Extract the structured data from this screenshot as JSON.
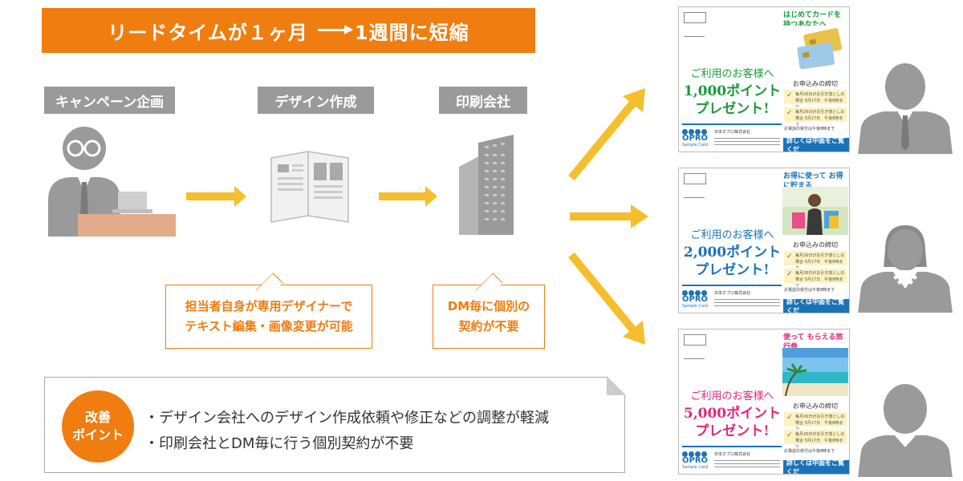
{
  "banner": {
    "before": "リードタイムが１ヶ月",
    "after": "1週間に短縮"
  },
  "steps": [
    {
      "label": "キャンペーン企画"
    },
    {
      "label": "デザイン作成"
    },
    {
      "label": "印刷会社"
    }
  ],
  "callouts": [
    {
      "line1": "担当者自身が専用デザイナーで",
      "line2": "テキスト編集・画像変更が可能"
    },
    {
      "line1": "DM毎に個別の",
      "line2": "契約が不要"
    }
  ],
  "improvement": {
    "badge_line1": "改善",
    "badge_line2": "ポイント",
    "points": [
      "・デザイン会社へのデザイン作成依頼や修正などの調整が軽減",
      "・印刷会社とDM毎に行う個別契約が不要"
    ]
  },
  "cards": [
    {
      "promo": "はじめてカードを持つあなたへ",
      "promo_color": "#1a9a3a",
      "greeting": "ご利用のお客様へ",
      "points_line1": "1,000ポイント",
      "points_line2": "プレゼント!",
      "accent": "#1a9a3a",
      "deadline_title": "お申込みの締切",
      "deadline_items": [
        "毎月26日がお引き落としの場合 5月17日　午後8時まで",
        "毎月26日がお引き落としの場合 5月17日　午後8時まで"
      ],
      "phone_note": "お電話の受付は午後8時まで",
      "cta": "詳しくは中面をご覧くだ",
      "logo": "OPRO",
      "logo_sub": "Sample Card",
      "company": "日本オプロ株式会社",
      "photo": "credit-card-photo"
    },
    {
      "promo": "お得に使って お得に貯まる",
      "promo_color": "#1a73b8",
      "greeting": "ご利用のお客様へ",
      "points_line1": "2,000ポイント",
      "points_line2": "プレゼント!",
      "accent": "#1a73b8",
      "deadline_title": "お申込みの締切",
      "deadline_items": [
        "毎月26日がお引き落としの場合 5月17日　午後8時まで",
        "毎月26日がお引き落としの場合 5月17日　午後8時まで"
      ],
      "phone_note": "お電話の受付は午後8時まで",
      "cta": "詳しくは中面をご覧くだ",
      "logo": "OPRO",
      "logo_sub": "Sample Card",
      "company": "日本オプロ株式会社",
      "photo": "shopping-woman-photo"
    },
    {
      "promo": "使って もらえる旅行券",
      "promo_color": "#e0287a",
      "greeting": "ご利用のお客様へ",
      "points_line1": "5,000ポイント",
      "points_line2": "プレゼント!",
      "accent": "#e0287a",
      "deadline_title": "お申込みの締切",
      "deadline_items": [
        "毎月26日がお引き落としの場合 5月17日　午後8時まで",
        "毎月26日がお引き落としの場合 5月17日　午後8時まで"
      ],
      "phone_note": "お電話の受付は午後8時まで",
      "cta": "詳しくは中面をご覧くだ",
      "logo": "OPRO",
      "logo_sub": "Sample Card",
      "company": "日本オプロ株式会社",
      "photo": "beach-photo"
    }
  ],
  "colors": {
    "orange": "#ef7d10",
    "gray": "#9a9a9a",
    "arrow": "#f5be2c",
    "blue": "#1a73b8"
  }
}
